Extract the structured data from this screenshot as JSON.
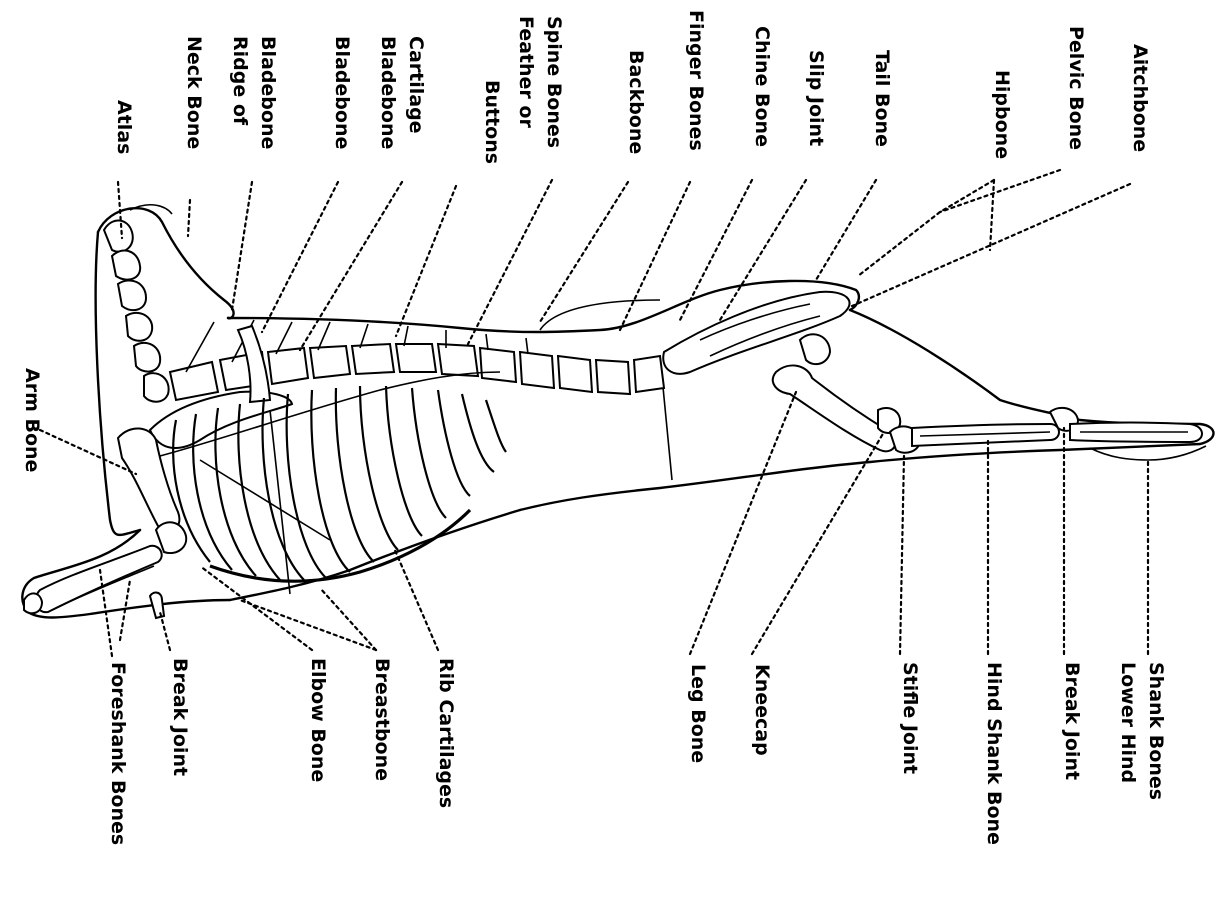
{
  "labels": {
    "top": [
      {
        "lines": [
          "Atlas"
        ]
      },
      {
        "lines": [
          "Neck Bone"
        ]
      },
      {
        "lines": [
          "Ridge of",
          "Bladebone"
        ]
      },
      {
        "lines": [
          "Bladebone"
        ]
      },
      {
        "lines": [
          "Bladebone",
          "Cartilage"
        ]
      },
      {
        "lines": [
          "Buttons"
        ]
      },
      {
        "lines": [
          "Feather or",
          "Spine Bones"
        ]
      },
      {
        "lines": [
          "Backbone"
        ]
      },
      {
        "lines": [
          "Finger Bones"
        ]
      },
      {
        "lines": [
          "Chine Bone"
        ]
      },
      {
        "lines": [
          "Slip Joint"
        ]
      },
      {
        "lines": [
          "Tail Bone"
        ]
      },
      {
        "lines": [
          "Hipbone"
        ]
      },
      {
        "lines": [
          "Pelvic Bone"
        ]
      },
      {
        "lines": [
          "Aitchbone"
        ]
      }
    ],
    "left": [
      {
        "lines": [
          "Arm Bone"
        ]
      }
    ],
    "bottom": [
      {
        "lines": [
          "Foreshank Bones"
        ]
      },
      {
        "lines": [
          "Break Joint"
        ]
      },
      {
        "lines": [
          "Elbow Bone"
        ]
      },
      {
        "lines": [
          "Breastbone"
        ]
      },
      {
        "lines": [
          "Rib Cartilages"
        ]
      },
      {
        "lines": [
          "Leg Bone"
        ]
      },
      {
        "lines": [
          "Kneecap"
        ]
      },
      {
        "lines": [
          "Stifle Joint"
        ]
      },
      {
        "lines": [
          "Hind Shank Bone"
        ]
      },
      {
        "lines": [
          "Break Joint"
        ]
      },
      {
        "lines": [
          "Lower Hind",
          "Shank Bones"
        ]
      }
    ]
  }
}
